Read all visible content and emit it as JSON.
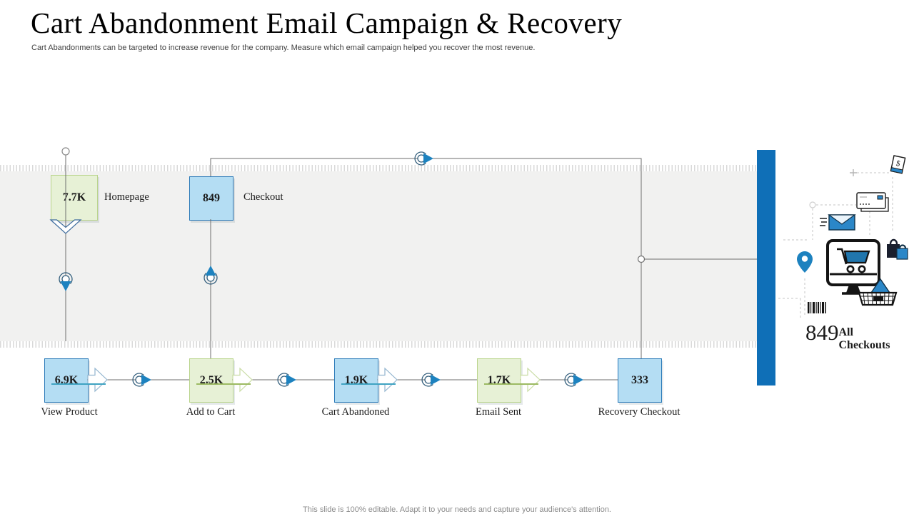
{
  "title": "Cart Abandonment Email Campaign & Recovery",
  "subtitle": "Cart Abandonments can be targeted to increase revenue for the company. Measure which email campaign  helped you recover the most revenue.",
  "footer": "This slide is 100% editable. Adapt it to your needs and capture your audience's attention.",
  "funnel": {
    "top_nodes": [
      {
        "value": "7.7K",
        "label": "Homepage",
        "theme": "green"
      },
      {
        "value": "849",
        "label": "Checkout",
        "theme": "blue"
      }
    ],
    "bottom_nodes": [
      {
        "value": "6.9K",
        "label": "View Product",
        "theme": "blue"
      },
      {
        "value": "2.5K",
        "label": "Add to Cart",
        "theme": "green"
      },
      {
        "value": "1.9K",
        "label": "Cart Abandoned",
        "theme": "blue"
      },
      {
        "value": "1.7K",
        "label": "Email Sent",
        "theme": "green"
      },
      {
        "value": "333",
        "label": "Recovery Checkout",
        "theme": "blue"
      }
    ],
    "total": {
      "value": "849",
      "label": "All Checkouts"
    }
  },
  "colors": {
    "accent_bar": "#0f6fb7",
    "box_blue_fill": "#b4ddf3",
    "box_blue_border": "#2b7ab8",
    "box_green_fill": "#e7f1d6",
    "box_green_border": "#b9d48b",
    "marker_blue": "#1d82bf",
    "inner_line_blue": "#3fa3c2",
    "inner_line_green": "#9cba62",
    "stage_gray": "#f1f1f0"
  },
  "icons": {
    "cluster": [
      "receipt-icon",
      "credit-card-icon",
      "send-email-icon",
      "location-pin-icon",
      "monitor-cart-icon",
      "shopping-bag-icon",
      "shopping-basket-icon",
      "barcode-icon"
    ]
  }
}
